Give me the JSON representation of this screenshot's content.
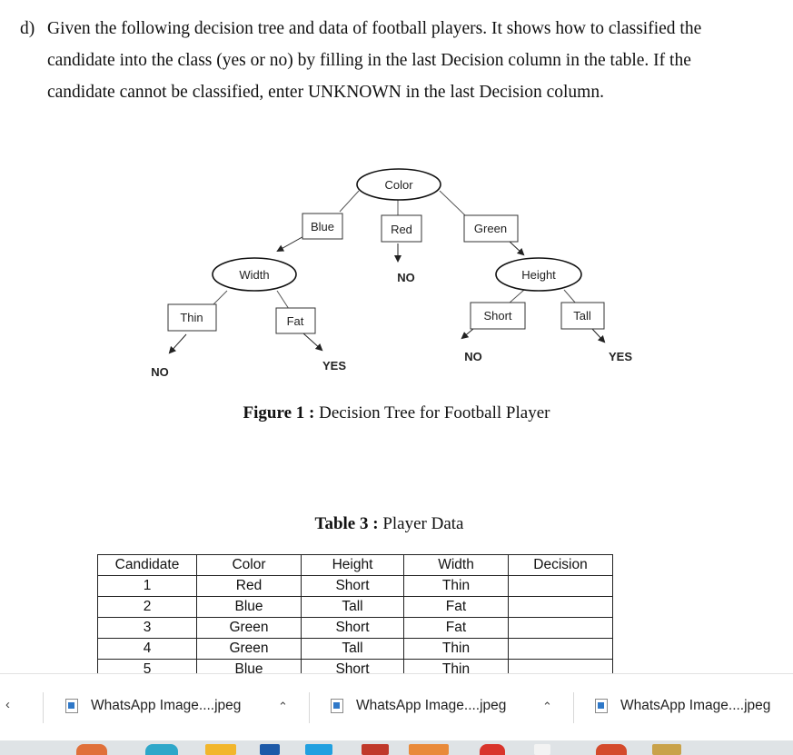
{
  "question": {
    "label": "d)",
    "lines": [
      "Given the following decision tree and data of football players. It shows how to classified the",
      "candidate into the class (yes or no) by filling in the last Decision column in the table.  If the",
      "candidate cannot be classified, enter UNKNOWN in the last Decision column."
    ]
  },
  "tree": {
    "root": "Color",
    "branch_blue": "Blue",
    "branch_red": "Red",
    "branch_green": "Green",
    "node_width": "Width",
    "node_height": "Height",
    "branch_thin": "Thin",
    "branch_fat": "Fat",
    "branch_short": "Short",
    "branch_tall": "Tall",
    "leaf_red": "NO",
    "leaf_thin": "NO",
    "leaf_fat": "YES",
    "leaf_short": "NO",
    "leaf_tall": "YES"
  },
  "figure_caption": {
    "bold": "Figure 1 :",
    "text": " Decision Tree for Football Player"
  },
  "table_caption": {
    "bold": "Table 3 :",
    "text": " Player Data"
  },
  "table": {
    "headers": [
      "Candidate",
      "Color",
      "Height",
      "Width",
      "Decision"
    ],
    "rows": [
      [
        "1",
        "Red",
        "Short",
        "Thin",
        ""
      ],
      [
        "2",
        "Blue",
        "Tall",
        "Fat",
        ""
      ],
      [
        "3",
        "Green",
        "Short",
        "Fat",
        ""
      ],
      [
        "4",
        "Green",
        "Tall",
        "Thin",
        ""
      ],
      [
        "5",
        "Blue",
        "Short",
        "Thin",
        ""
      ]
    ]
  },
  "downloads": {
    "items": [
      {
        "name": "WhatsApp Image....jpeg"
      },
      {
        "name": "WhatsApp Image....jpeg"
      },
      {
        "name": "WhatsApp Image....jpeg"
      }
    ]
  },
  "icons": {
    "file": "image-file-icon",
    "caret": "chevron-up-icon",
    "scroll": "chevron-left-icon"
  }
}
